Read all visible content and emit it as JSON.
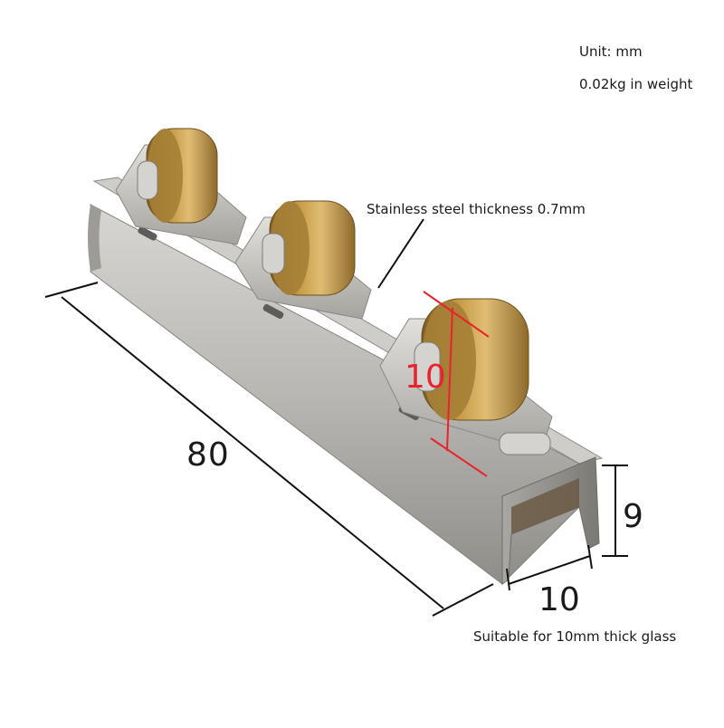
{
  "annotations": {
    "unit": "Unit: mm",
    "weight": "0.02kg in weight",
    "steel_thickness": "Stainless steel thickness 0.7mm",
    "glass": "Suitable for 10mm thick glass"
  },
  "dimensions": {
    "length": "80",
    "height": "9",
    "width": "10",
    "wheel": "10"
  },
  "colors": {
    "steel": "#b9b7b3",
    "steel_dark": "#7d7b76",
    "brass": "#b48a3c",
    "dimension_line": "#111111",
    "wheel_dimension": "#e8232f"
  }
}
